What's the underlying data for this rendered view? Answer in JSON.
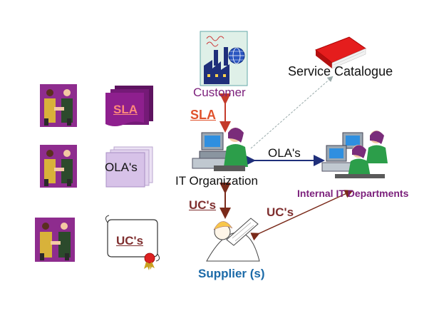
{
  "labels": {
    "service_catalogue": "Service Catalogue",
    "customer": "Customer",
    "it_organization": "IT Organization",
    "internal_it": "Internal IT Departments",
    "supplier": "Supplier (s)",
    "sla_link": "SLA",
    "ola_link": "OLA's",
    "uc_link_left": "UC's",
    "uc_link_right": "UC's"
  },
  "legend": {
    "sla": "SLA",
    "ola": "OLA's",
    "uc": "UC's"
  },
  "colors": {
    "customer_text": "#7b1f7b",
    "sla_text": "#e0522c",
    "uc_text": "#7f2f2f",
    "supplier_text": "#1b6aa8",
    "ola_line": "#1f2f7a",
    "brown_line": "#7a2a1a",
    "purple": "#8e1f8e"
  },
  "icons": [
    "handshake-icon",
    "document-stack-icon",
    "certificate-scroll-icon",
    "factory-globe-icon",
    "red-book-icon",
    "computer-user-icon",
    "supplier-person-icon"
  ]
}
